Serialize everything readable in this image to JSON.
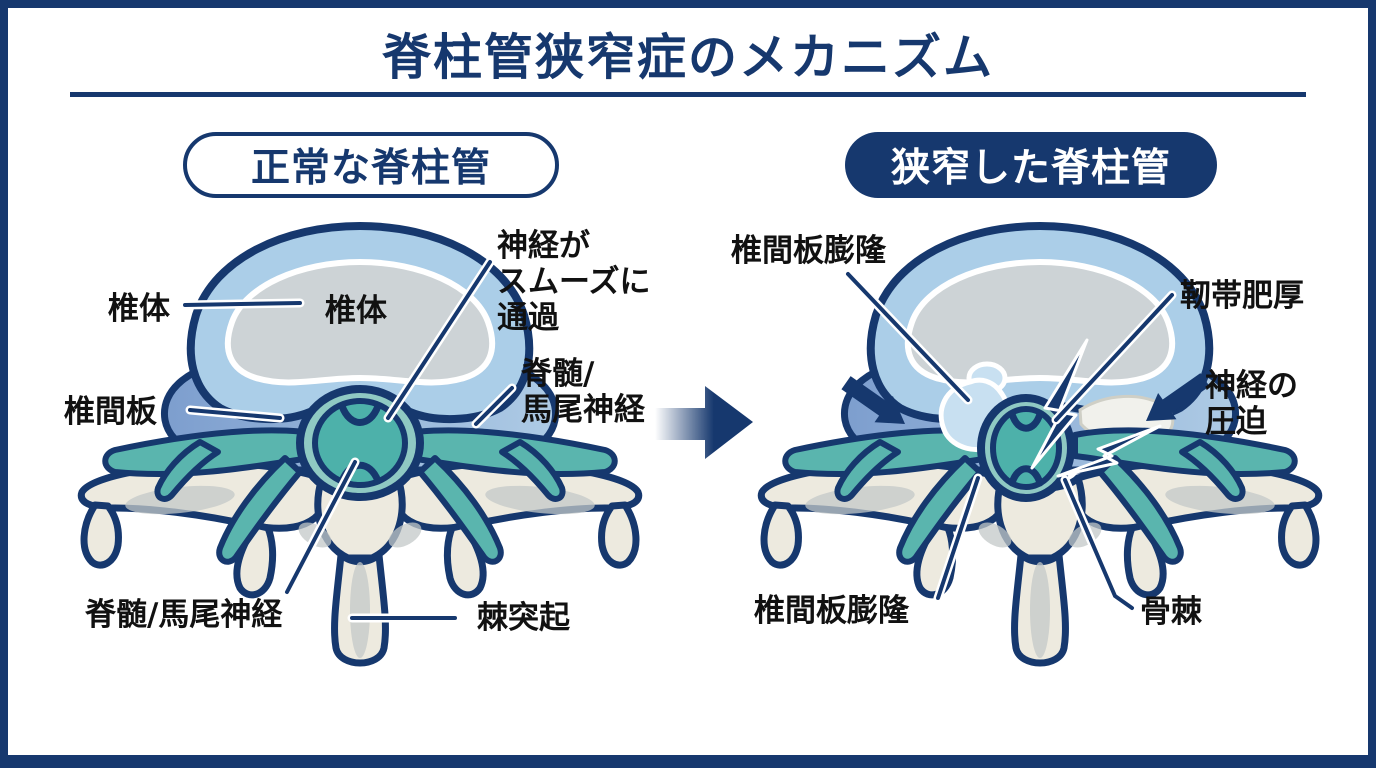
{
  "page": {
    "title": "脊柱管狭窄症のメカニズム"
  },
  "colors": {
    "navy": "#16386e",
    "body_blue": "#abcee8",
    "body_inner_gray": "#cdd3d6",
    "disc_blue": "#7d9ece",
    "disc_blue_light": "#aecbe5",
    "bone_beige": "#edeadf",
    "bone_shade": "#c3c8c8",
    "nerve_teal": "#5ab5ae",
    "cord_teal": "#4db1aa",
    "cord_halo": "#8fc9c3",
    "bulge_blue": "#c8e0f1",
    "label_black": "#111111"
  },
  "left_panel": {
    "heading": "正常な脊柱管",
    "labels": {
      "vertebral_body_left": "椎体",
      "vertebral_body_inner": "椎体",
      "disc": "椎間板",
      "nerve_pass": "神経が\nスムーズに\n通過",
      "cord_upper": "脊髄/\n馬尾神経",
      "cord_lower": "脊髄/馬尾神経",
      "spinous_process": "棘突起"
    }
  },
  "right_panel": {
    "heading": "狭窄した脊柱管",
    "labels": {
      "disc_bulge_top": "椎間板膨隆",
      "ligament_hypertrophy": "靭帯肥厚",
      "nerve_compression": "神経の\n圧迫",
      "disc_bulge_bottom": "椎間板膨隆",
      "bone_spur": "骨棘"
    }
  }
}
